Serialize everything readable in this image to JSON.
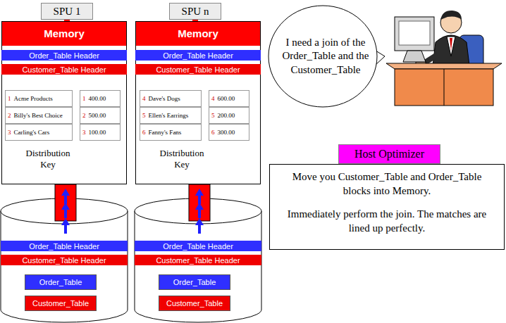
{
  "diagram": {
    "nodes": [
      {
        "text": [
          "SPU 1"
        ]
      },
      {
        "text": [
          "Memory"
        ]
      },
      {
        "text": [
          "Order_Table Header"
        ],
        "in": 1
      },
      {
        "text": [
          "Customer_Table Header"
        ],
        "in": 1
      },
      {
        "text": [
          "1",
          "Acme Products"
        ],
        "in": 1
      },
      {
        "text": [
          "2",
          "Billy's Best Choice"
        ],
        "in": 1
      },
      {
        "text": [
          "3",
          "Carling's Cars"
        ],
        "in": 1
      },
      {
        "text": [
          "1",
          "400.00"
        ],
        "in": 1
      },
      {
        "text": [
          "2",
          "500.00"
        ],
        "in": 1
      },
      {
        "text": [
          "3",
          "100.00"
        ],
        "in": 1
      },
      {
        "text": [
          "SPU n"
        ]
      },
      {
        "text": [
          "Memory"
        ]
      },
      {
        "text": [
          "Order_Table Header"
        ],
        "in": 11
      },
      {
        "text": [
          "Customer_Table Header"
        ],
        "in": 11
      },
      {
        "text": [
          "4",
          "Dave's Dogs"
        ],
        "in": 11
      },
      {
        "text": [
          "5",
          "Ellen's Earrings"
        ],
        "in": 11
      },
      {
        "text": [
          "6",
          "Fanny's Fans"
        ],
        "in": 11
      },
      {
        "text": [
          "4",
          "600.00"
        ],
        "in": 11
      },
      {
        "text": [
          "5",
          "200.00"
        ],
        "in": 11
      },
      {
        "text": [
          "6",
          "300.00"
        ],
        "in": 11
      },
      {
        "text": [
          "Order_Table Header"
        ]
      },
      {
        "text": [
          "Customer_Table Header"
        ]
      },
      {
        "text": [
          "Order_Table"
        ]
      },
      {
        "text": [
          "Customer_Table"
        ]
      },
      {
        "text": [
          "Order_Table Header"
        ]
      },
      {
        "text": [
          "Customer_Table Header"
        ]
      },
      {
        "text": [
          "Order_Table"
        ]
      },
      {
        "text": [
          "Customer_Table"
        ]
      },
      {
        "text": [
          "I need a join of the Order_Table and the Customer_Table"
        ]
      },
      {
        "text": [
          "Host Optimizer"
        ]
      },
      {
        "text": [
          "Move you Customer_Table and Order_Table blocks into Memory.",
          "Immediately perform the join.  The matches are lined up perfectly."
        ]
      }
    ],
    "edges": [
      {
        "from": 0,
        "to": 1,
        "arrow": "none"
      },
      {
        "from": 10,
        "to": 11,
        "arrow": "none"
      }
    ],
    "labels": [
      "Distribution Key",
      "Distribution Key"
    ]
  }
}
